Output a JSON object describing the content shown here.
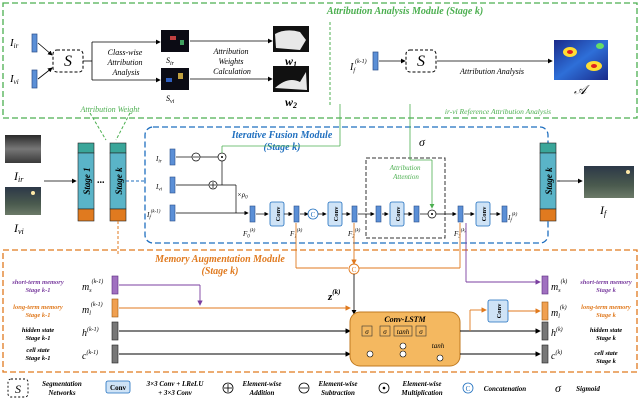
{
  "modules": {
    "attribution": "Attribution Analysis Module (Stage k)",
    "fusion_title": "Iterative Fusion Module",
    "fusion_stage": "(Stage k)",
    "memory_title": "Memory Augmentation Module",
    "memory_stage": "(Stage k)"
  },
  "attribution": {
    "i_ir": "I",
    "i_ir_sub": "ir",
    "i_vi": "I",
    "i_vi_sub": "vi",
    "seg_symbol": "S",
    "class_wise": [
      "Class-wise",
      "Attribution",
      "Analysis"
    ],
    "s_ir": "S",
    "s_ir_sub": "ir",
    "s_vi": "S",
    "s_vi_sub": "vi",
    "weights_calc": [
      "Attribution",
      "Weights",
      "Calculation"
    ],
    "w1": "w",
    "w1_sub": "1",
    "w2": "w",
    "w2_sub": "2",
    "if_prev": "I",
    "if_prev_sub": "f",
    "if_prev_sup": "(k-1)",
    "attr_analysis": "Attribution Analysis",
    "A_symbol": "𝒜",
    "attr_weight": "Attribution Weight",
    "ref_attr": "ir-vi Reference Attribution Analysis"
  },
  "fusion": {
    "sigma": "σ",
    "attr_attention": [
      "Attribution",
      "Attention"
    ],
    "i_ir": "I",
    "i_ir_sub": "ir",
    "i_vi": "I",
    "i_vi_sub": "vi",
    "i_f_in": "I",
    "i_f_in_sub": "f",
    "i_f_in_sup": "(k-1)",
    "rho": "×ρ",
    "rho_sub": "0",
    "F0": "F",
    "F0_sub": "0",
    "F0_sup": "(k)",
    "F1": "F",
    "F1_sub": "1",
    "F1_sup": "(k)",
    "F2": "F",
    "F2_sub": "2",
    "F2_sup": "(k)",
    "F3": "F",
    "F3_sub": "3",
    "F3_sup": "(k)",
    "i_f_out": "I",
    "i_f_out_sub": "f",
    "i_f_out_sup": "(k)",
    "conv": "Conv",
    "concat": "C"
  },
  "left": {
    "i_ir": "I",
    "i_ir_sub": "ir",
    "i_vi": "I",
    "i_vi_sub": "vi",
    "stage1": "Stage 1",
    "stagek": "Stage k",
    "dots": "..."
  },
  "right": {
    "stagek": "Stage k",
    "i_f": "I",
    "i_f_sub": "f"
  },
  "memory": {
    "short_term": [
      "short-term memory",
      "Stage k-1"
    ],
    "long_term": [
      "long-term memory",
      "Stage k-1"
    ],
    "hidden": [
      "hidden state",
      "Stage k-1"
    ],
    "cell": [
      "cell state",
      "Stage k-1"
    ],
    "ms_prev": "m",
    "ms_prev_sub": "s",
    "ms_prev_sup": "(k-1)",
    "ml_prev": "m",
    "ml_prev_sub": "l",
    "ml_prev_sup": "(k-1)",
    "h_prev": "h",
    "h_prev_sup": "(k-1)",
    "c_prev": "c",
    "c_prev_sup": "(k-1)",
    "z": "z",
    "z_sup": "(k)",
    "lstm": "Conv-LSTM",
    "tanh": "tanh",
    "conv": "Conv",
    "ms_out": "m",
    "ms_out_sub": "s",
    "ms_out_sup": "(k)",
    "ml_out": "m",
    "ml_out_sub": "l",
    "ml_out_sup": "(k)",
    "h_out": "h",
    "h_out_sup": "(k)",
    "c_out": "c",
    "c_out_sup": "(k)",
    "short_term_out": [
      "short-term memory",
      "Stage k"
    ],
    "long_term_out": [
      "long-term memory",
      "Stage k"
    ],
    "hidden_out": [
      "hidden state",
      "Stage k"
    ],
    "cell_out": [
      "cell state",
      "Stage k"
    ]
  },
  "legend": {
    "seg": [
      "Segmentation",
      "Networks"
    ],
    "conv": [
      "3×3 Conv + LReLU",
      "+ 3×3 Conv"
    ],
    "conv_box": "Conv",
    "add": [
      "Element-wise",
      "Addition"
    ],
    "sub": [
      "Element-wise",
      "Subtraction"
    ],
    "mul": [
      "Element-wise",
      "Multiplication"
    ],
    "concat": "Concatenation",
    "sigmoid": "Sigmoid",
    "sigma": "σ",
    "c_symbol": "C",
    "s_symbol": "S"
  },
  "colors": {
    "green": "#4caf50",
    "blue": "#1f6fbf",
    "orange": "#e07a1f",
    "purple": "#7b3fa0",
    "teal": "#5ab4c8",
    "lstm_fill": "#f4b860"
  }
}
